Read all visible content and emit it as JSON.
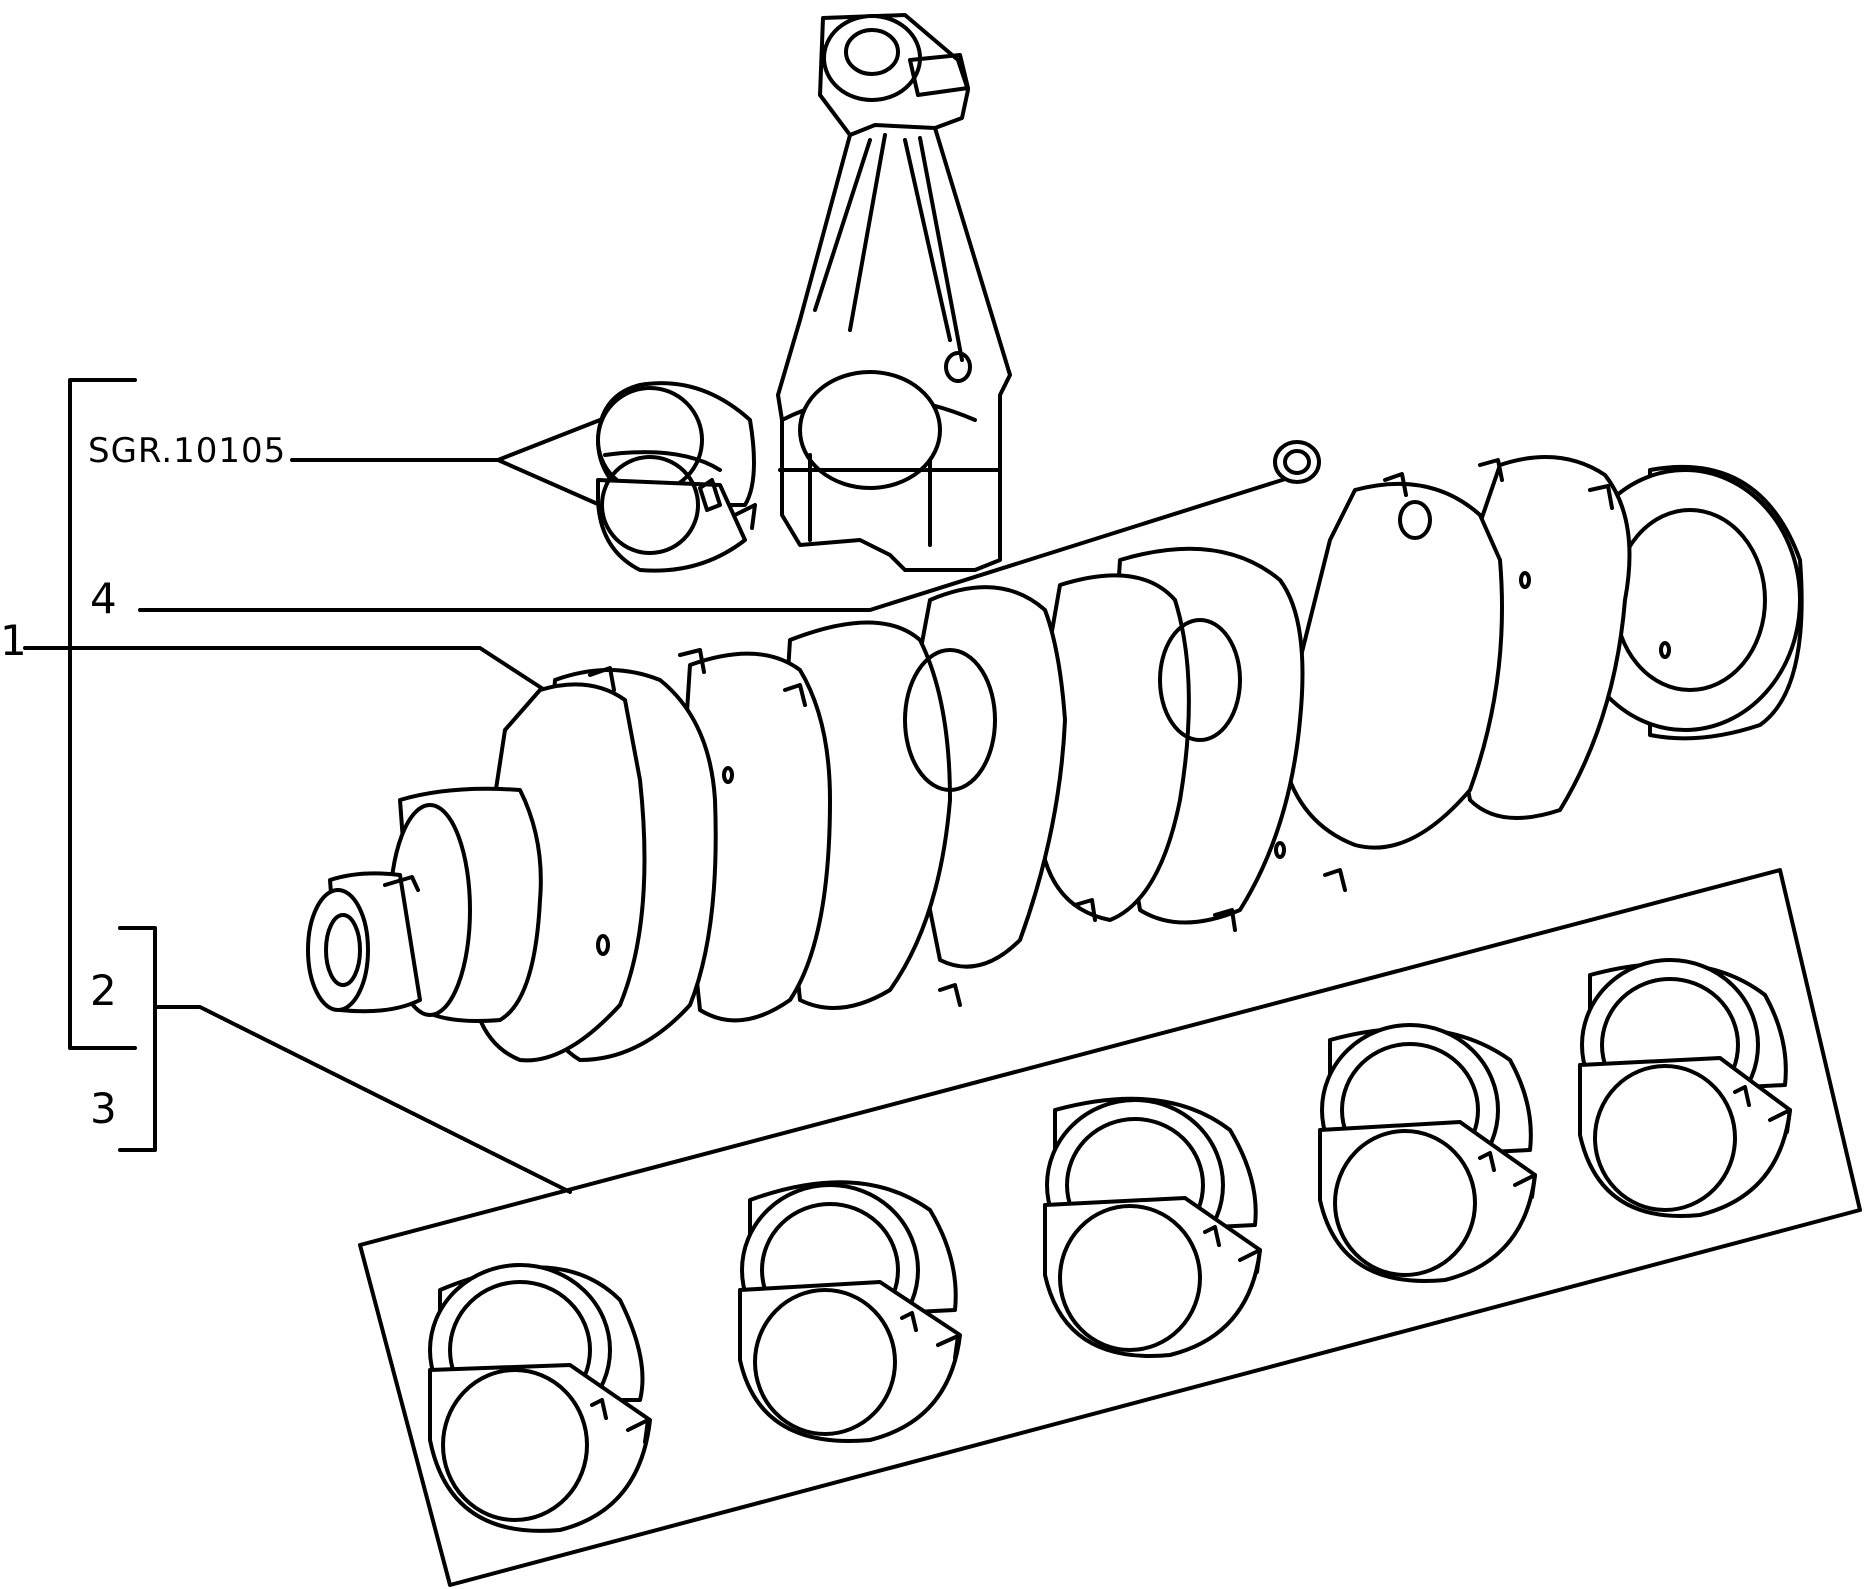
{
  "callouts": {
    "ref_code": "SGR.10105",
    "item_1": "1",
    "item_2": "2",
    "item_3": "3",
    "item_4": "4"
  },
  "parts": {
    "connecting_rod": "connecting-rod",
    "rod_bearing": "connecting-rod-bearing-shells",
    "crankshaft": "crankshaft",
    "plug": "crankshaft-plug",
    "main_bearings": "main-bearing-shells"
  },
  "colors": {
    "line": "#000000",
    "background": "#ffffff"
  }
}
